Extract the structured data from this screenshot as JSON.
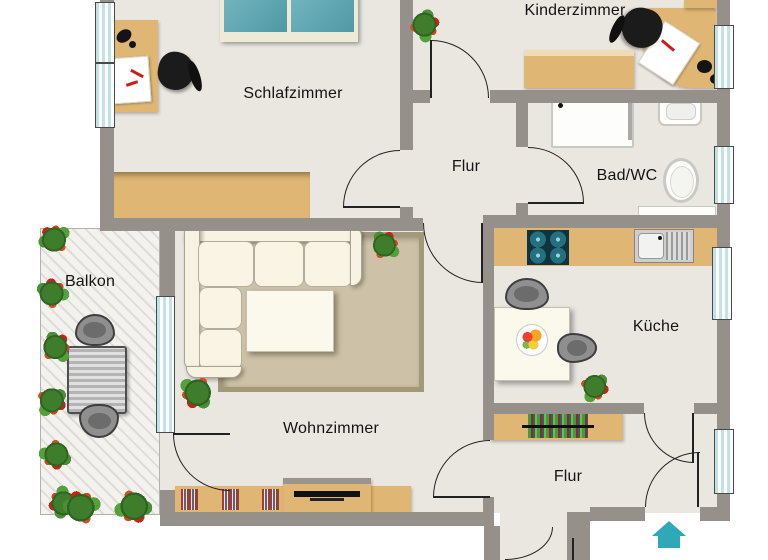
{
  "plan": {
    "type": "apartment floor plan",
    "rooms": {
      "schlafzimmer": {
        "label": "Schlafzimmer"
      },
      "kinderzimmer": {
        "label": "Kinderzimmer"
      },
      "flur_top": {
        "label": "Flur"
      },
      "bad_wc": {
        "label": "Bad/WC"
      },
      "kueche": {
        "label": "Küche"
      },
      "wohnzimmer": {
        "label": "Wohnzimmer"
      },
      "balkon": {
        "label": "Balkon"
      },
      "flur_bottom": {
        "label": "Flur"
      }
    },
    "colors": {
      "wall": "#95908a",
      "floor": "#eae7e1",
      "furniture_wood": "#dfb673",
      "bed_mattress": "#5fa8b3",
      "window_glass": "#bfe3e7",
      "sofa": "#f7f2e1",
      "rug": "#cdc2a7",
      "flower_red": "#cc2211",
      "flower_green": "#3e7d2c",
      "entrance_arrow": "#2fa9b8"
    },
    "icons": {
      "entrance_arrow": "up arrow marking the apartment entrance"
    }
  }
}
